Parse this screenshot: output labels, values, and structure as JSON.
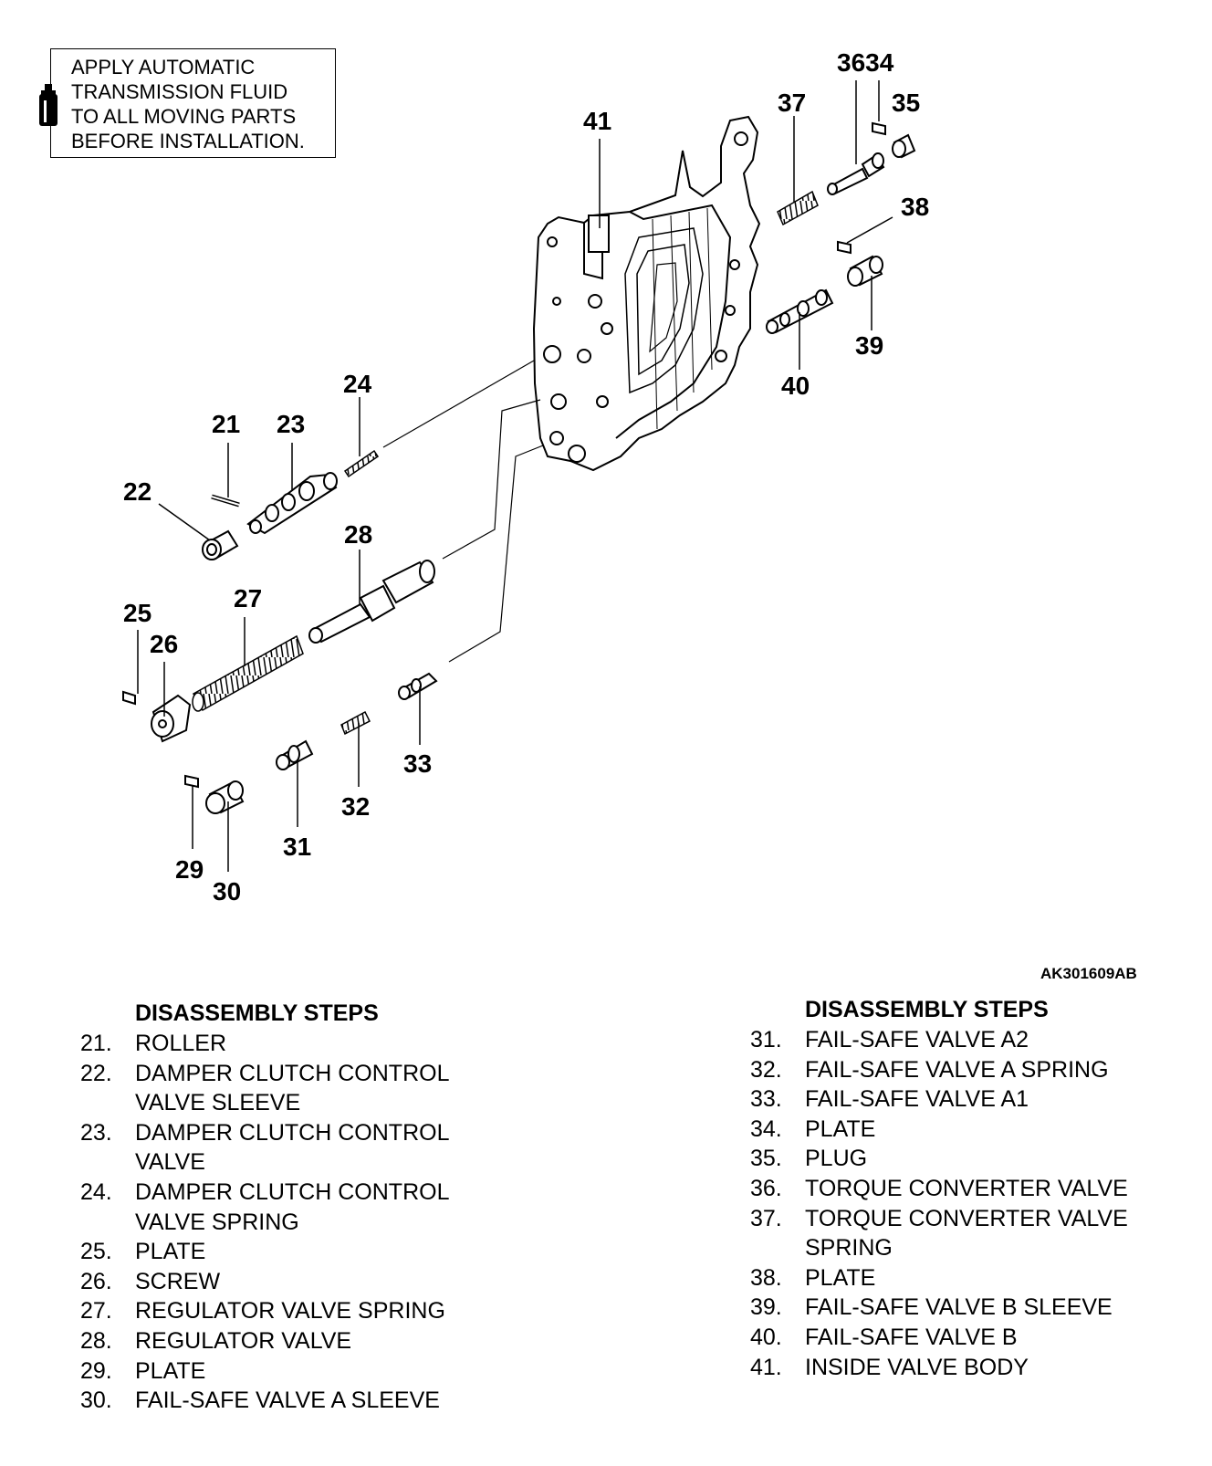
{
  "note": {
    "lines": [
      "APPLY AUTOMATIC",
      "TRANSMISSION FLUID",
      "TO ALL MOVING PARTS",
      "BEFORE INSTALLATION."
    ]
  },
  "icons": {
    "fluid": "oil-bottle-icon"
  },
  "figure_code": "AK301609AB",
  "callouts": {
    "c21": "21",
    "c22": "22",
    "c23": "23",
    "c24": "24",
    "c25": "25",
    "c26": "26",
    "c27": "27",
    "c28": "28",
    "c29": "29",
    "c30": "30",
    "c31": "31",
    "c32": "32",
    "c33": "33",
    "c3634": "3634",
    "c35": "35",
    "c37": "37",
    "c38": "38",
    "c39": "39",
    "c40": "40",
    "c41": "41"
  },
  "steps_left": {
    "heading": "DISASSEMBLY STEPS",
    "items": [
      {
        "num": "21.",
        "text": "ROLLER"
      },
      {
        "num": "22.",
        "text": "DAMPER CLUTCH CONTROL VALVE SLEEVE"
      },
      {
        "num": "23.",
        "text": "DAMPER CLUTCH CONTROL VALVE"
      },
      {
        "num": "24.",
        "text": "DAMPER CLUTCH CONTROL VALVE SPRING"
      },
      {
        "num": "25.",
        "text": "PLATE"
      },
      {
        "num": "26.",
        "text": "SCREW"
      },
      {
        "num": "27.",
        "text": "REGULATOR VALVE SPRING"
      },
      {
        "num": "28.",
        "text": "REGULATOR VALVE"
      },
      {
        "num": "29.",
        "text": "PLATE"
      },
      {
        "num": "30.",
        "text": "FAIL-SAFE VALVE A SLEEVE"
      }
    ]
  },
  "steps_right": {
    "heading": "DISASSEMBLY STEPS",
    "items": [
      {
        "num": "31.",
        "text": "FAIL-SAFE VALVE A2"
      },
      {
        "num": "32.",
        "text": "FAIL-SAFE VALVE A SPRING"
      },
      {
        "num": "33.",
        "text": "FAIL-SAFE VALVE A1"
      },
      {
        "num": "34.",
        "text": "PLATE"
      },
      {
        "num": "35.",
        "text": "PLUG"
      },
      {
        "num": "36.",
        "text": "TORQUE CONVERTER VALVE"
      },
      {
        "num": "37.",
        "text": "TORQUE CONVERTER VALVE SPRING"
      },
      {
        "num": "38.",
        "text": "PLATE"
      },
      {
        "num": "39.",
        "text": "FAIL-SAFE VALVE B SLEEVE"
      },
      {
        "num": "40.",
        "text": "FAIL-SAFE VALVE B"
      },
      {
        "num": "41.",
        "text": "INSIDE VALVE BODY"
      }
    ]
  }
}
